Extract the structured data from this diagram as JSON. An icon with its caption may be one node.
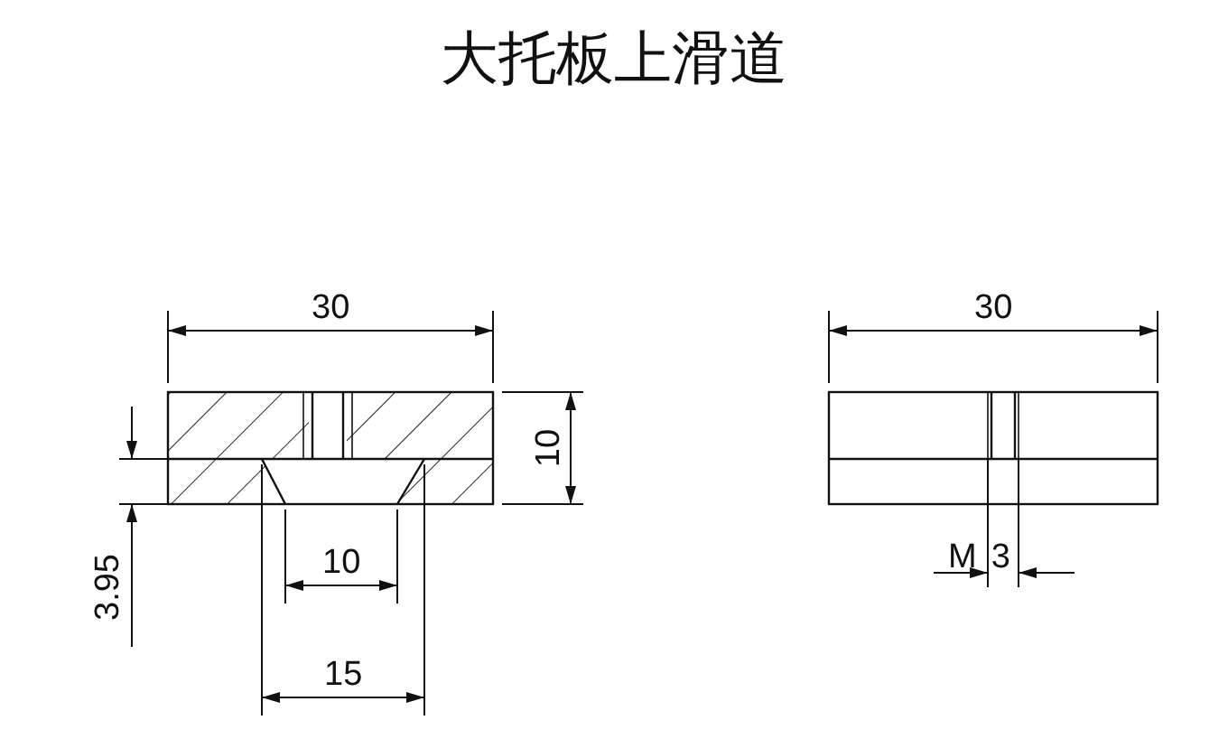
{
  "diagram": {
    "title": "大托板上滑道",
    "labels": [
      "30",
      "10",
      "3.95",
      "10",
      "15",
      "30",
      "M3"
    ]
  }
}
